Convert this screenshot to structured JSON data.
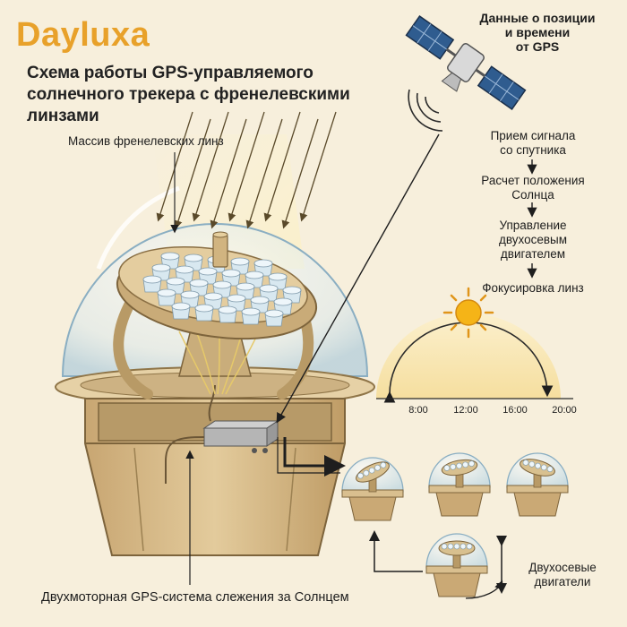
{
  "brand": "Dayluxa",
  "title_line1": "Схема работы GPS-управляемого",
  "title_line2": "солнечного трекера с френелевскими линзами",
  "labels": {
    "lens_array": "Массив френелевских линз",
    "gps_data_line1": "Данные о позиции",
    "gps_data_line2": "и времени",
    "gps_data_line3": "от GPS",
    "dual_motors_line1": "Двухосевые",
    "dual_motors_line2": "двигатели",
    "caption": "Двухмоторная GPS-система слежения за Солнцем"
  },
  "steps": [
    {
      "line1": "Прием сигнала",
      "line2": "со спутника"
    },
    {
      "line1": "Расчет положения",
      "line2": "Солнца"
    },
    {
      "line1": "Управление",
      "line2": "двухосевым",
      "line3": "двигателем"
    },
    {
      "line1": "Фокусировка линз"
    }
  ],
  "sun_path_times": [
    "8:00",
    "12:00",
    "16:00",
    "20:00"
  ],
  "colors": {
    "brand": "#e8a12a",
    "wood": "#d9bf8f",
    "wood_dark": "#a88a58",
    "dome": "#cfe3ee",
    "sun": "#f5b417",
    "sky_glow": "#fbe7ae"
  },
  "icons": [
    "satellite-icon",
    "sun-icon",
    "signal-waves-icon",
    "control-box-icon",
    "fresnel-lens-icon"
  ]
}
